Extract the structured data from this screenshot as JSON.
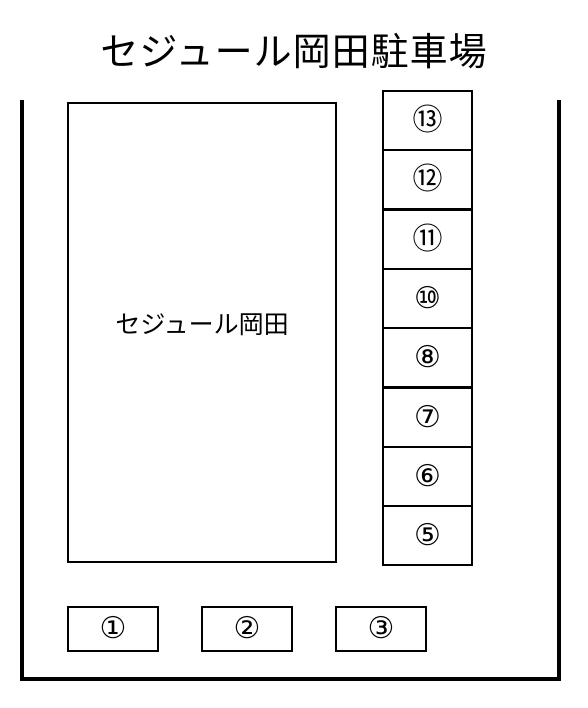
{
  "title": "セジュール岡田駐車場",
  "building": {
    "label": "セジュール岡田"
  },
  "right_column_spaces": [
    "⑬",
    "⑫",
    "⑪",
    "⑩",
    "⑧",
    "⑦",
    "⑥",
    "⑤"
  ],
  "bottom_row_spaces": [
    "①",
    "②",
    "③"
  ]
}
